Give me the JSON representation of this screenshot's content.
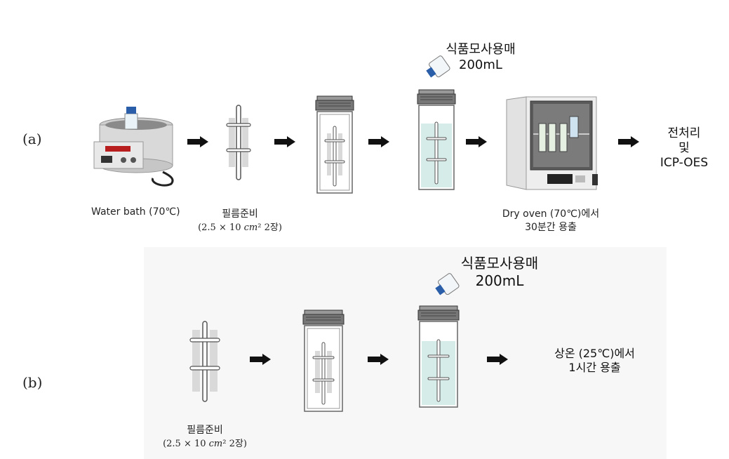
{
  "labels": {
    "row_a": "(a)",
    "row_b": "(b)"
  },
  "row_a": {
    "water_bath_caption": "Water bath (70℃)",
    "film_caption_line1": "필름준비",
    "film_caption_line2": "(2.5 × 10 𝑐𝑚² 2장)",
    "solvent_line1": "식품모사용매",
    "solvent_line2": "200mL",
    "oven_caption_line1": "Dry oven (70℃)에서",
    "oven_caption_line2": "30분간 용출",
    "final_line1": "전처리",
    "final_line2": "및",
    "final_line3": "ICP-OES"
  },
  "row_b": {
    "film_caption_line1": "필름준비",
    "film_caption_line2": "(2.5 × 10 𝑐𝑚² 2장)",
    "solvent_line1": "식품모사용매",
    "solvent_line2": "200mL",
    "final_line1": "상온 (25℃)에서",
    "final_line2": "1시간 용출"
  },
  "icons": {
    "water_bath": "water-bath-icon",
    "film": "film-strip-icon",
    "holder": "film-holder-icon",
    "holder_filled": "holder-with-solvent-icon",
    "solvent_bottle": "solvent-bottle-icon",
    "oven": "dry-oven-icon",
    "arrow": "right-arrow-icon"
  },
  "colors": {
    "solvent_fill": "#d6ece9",
    "bottle_cap": "#2a5ea8",
    "arrow": "#111111"
  }
}
